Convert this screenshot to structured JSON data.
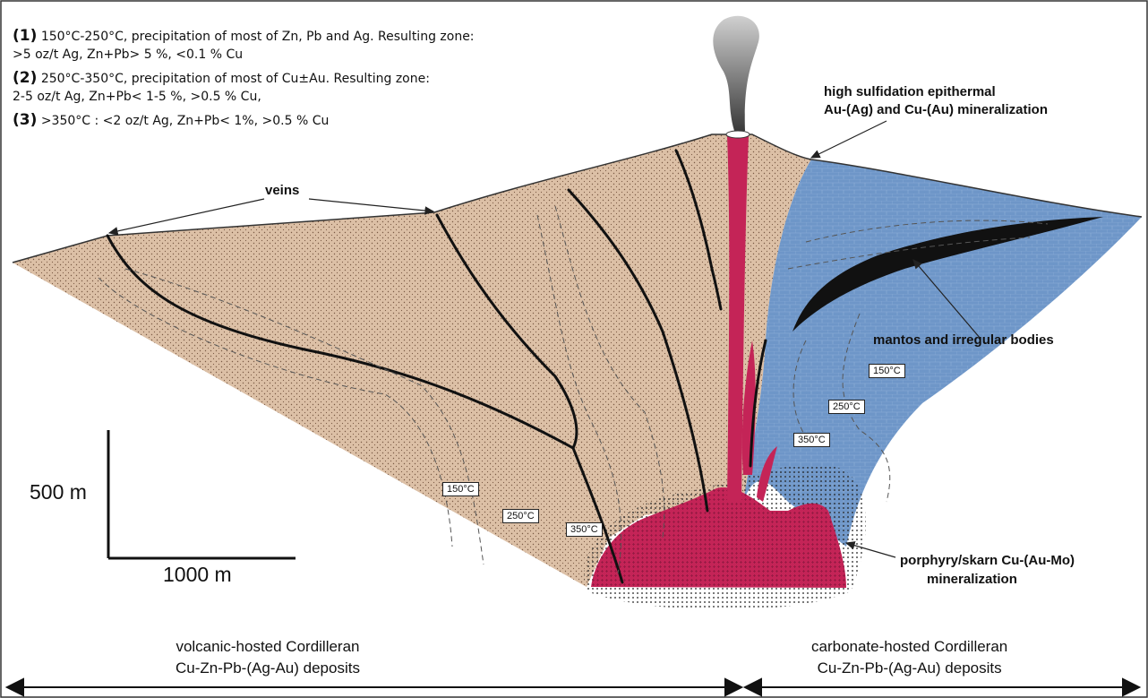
{
  "legend": {
    "items": [
      {
        "num": "(1)",
        "text": "150°C-250°C, precipitation of most of Zn, Pb and Ag. Resulting zone:",
        "line2": ">5 oz/t Ag, Zn+Pb> 5 %, <0.1 % Cu"
      },
      {
        "num": "(2)",
        "text": "250°C-350°C, precipitation of most of Cu±Au. Resulting zone:",
        "line2": "2-5 oz/t Ag, Zn+Pb< 1-5 %,  >0.5 % Cu,"
      },
      {
        "num": "(3)",
        "text": ">350°C : <2 oz/t Ag, Zn+Pb< 1%, >0.5 % Cu",
        "line2": ""
      }
    ]
  },
  "labels": {
    "veins": "veins",
    "high_sulf_1": "high sulfidation epithermal",
    "high_sulf_2": "Au-(Ag) and Cu-(Au) mineralization",
    "mantos": "mantos and irregular bodies",
    "porphyry_1": "porphyry/skarn Cu-(Au-Mo)",
    "porphyry_2": "mineralization"
  },
  "temps": {
    "left_150": "150°C",
    "left_250": "250°C",
    "left_350": "350°C",
    "right_150": "150°C",
    "right_250": "250°C",
    "right_350": "350°C"
  },
  "scale": {
    "vertical": "500 m",
    "horizontal": "1000 m"
  },
  "footer": {
    "left_1": "volcanic-hosted Cordilleran",
    "left_2": "Cu-Zn-Pb-(Ag-Au) deposits",
    "right_1": "carbonate-hosted Cordilleran",
    "right_2": "Cu-Zn-Pb-(Ag-Au) deposits"
  },
  "colors": {
    "volcanic_tan": "#dcc0a6",
    "carbonate_blue": "#6e96c8",
    "intrusion_crimson": "#c42457",
    "manto_black": "#111111",
    "smoke_grey": "#6a6a6a"
  }
}
